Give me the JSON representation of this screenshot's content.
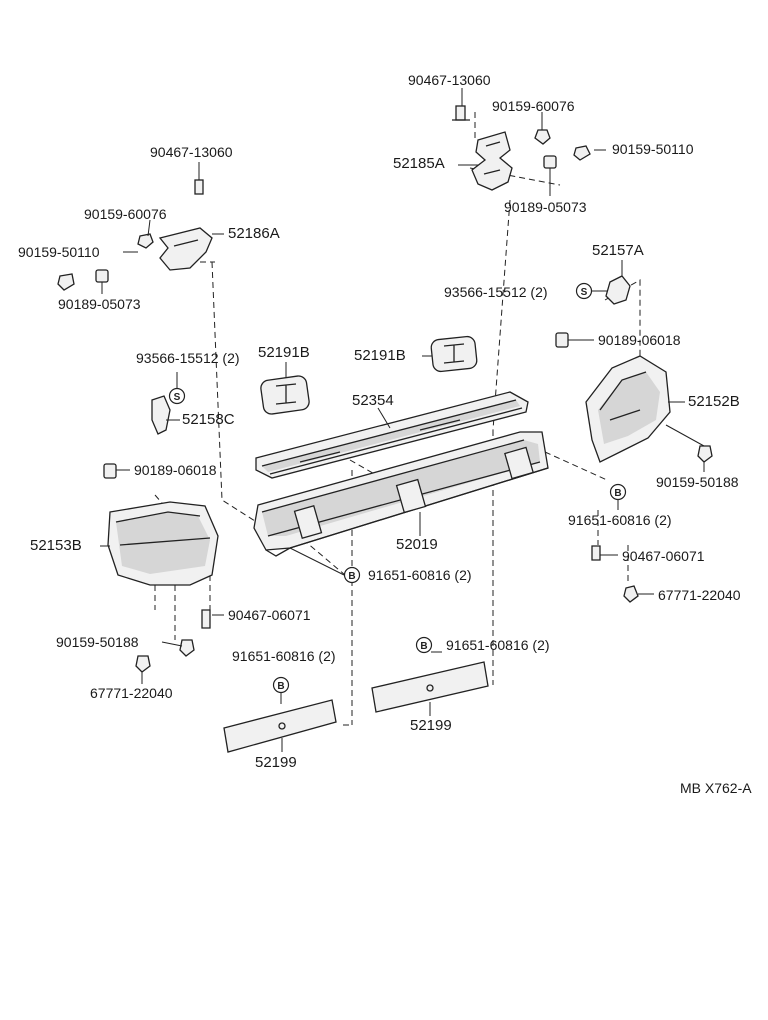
{
  "figure_code": "MB  X762-A",
  "badges": {
    "b": "B",
    "s": "S"
  },
  "labels": {
    "p90467_13060_top": "90467-13060",
    "p90159_60076_top": "90159-60076",
    "p90159_50110_top": "90159-50110",
    "p52185A": "52185A",
    "p90189_05073_top": "90189-05073",
    "p90467_13060_left": "90467-13060",
    "p90159_60076_left": "90159-60076",
    "p52186A": "52186A",
    "p90159_50110_left": "90159-50110",
    "p90189_05073_left": "90189-05073",
    "p52157A": "52157A",
    "p93566_15512_right": "93566-15512 (2)",
    "p90189_06018_right": "90189-06018",
    "p52152B": "52152B",
    "p90159_50188_right": "90159-50188",
    "p91651_60816_right": "91651-60816 (2)",
    "p90467_06071_right": "90467-06071",
    "p67771_22040_right": "67771-22040",
    "p93566_15512_left": "93566-15512 (2)",
    "p52191B_left": "52191B",
    "p52191B_right": "52191B",
    "p52354": "52354",
    "p52158C": "52158C",
    "p90189_06018_left": "90189-06018",
    "p52153B": "52153B",
    "p52019": "52019",
    "p91651_60816_center": "91651-60816 (2)",
    "p90467_06071_left": "90467-06071",
    "p90159_50188_left": "90159-50188",
    "p67771_22040_left": "67771-22040",
    "p91651_60816_bottom_left": "91651-60816 (2)",
    "p91651_60816_bottom_right": "91651-60816 (2)",
    "p52199_left": "52199",
    "p52199_right": "52199"
  }
}
